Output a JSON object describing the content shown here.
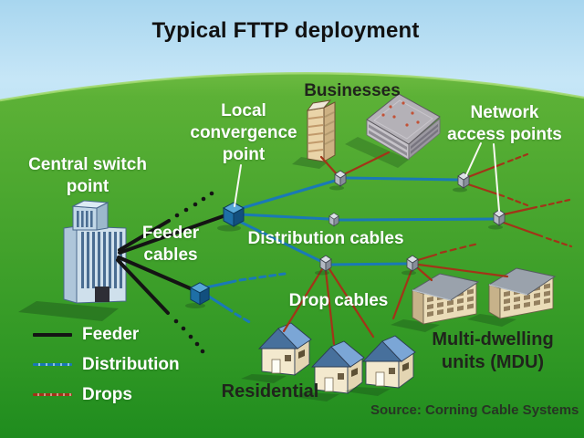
{
  "title": "Typical FTTP deployment",
  "source_credit": "Source: Corning Cable Systems",
  "node_labels": {
    "central_switch_point": {
      "line1": "Central switch",
      "line2": "point"
    },
    "feeder_cables": {
      "line1": "Feeder",
      "line2": "cables"
    },
    "local_convergence_point": {
      "line1": "Local",
      "line2": "convergence",
      "line3": "point"
    },
    "businesses": {
      "line1": "Businesses"
    },
    "network_access_points": {
      "line1": "Network",
      "line2": "access points"
    },
    "distribution_cables": {
      "line1": "Distribution cables"
    },
    "drop_cables": {
      "line1": "Drop cables"
    },
    "residential": {
      "line1": "Residential"
    },
    "multi_dwelling_units": {
      "line1": "Multi-dwelling",
      "line2": "units (MDU)"
    }
  },
  "legend": {
    "items": [
      {
        "label": "Feeder",
        "color": "#141414",
        "style": "solid"
      },
      {
        "label": "Distribution",
        "color": "#1a79b6",
        "style": "dashed"
      },
      {
        "label": "Drops",
        "color": "#a23418",
        "style": "dashed"
      }
    ]
  },
  "colors": {
    "sky_top": "#a8d6ef",
    "sky_horizon": "#f2fafe",
    "grass_light": "#7cc24b",
    "grass_dark": "#1f8c1e",
    "feeder_cable": "#141414",
    "distribution_cable": "#1a79b6",
    "drop_cable": "#a23418",
    "convergence_node": "#1e6fa6",
    "access_node": "#b4bac4",
    "title_text": "#111111",
    "label_text_light": "#ffffff",
    "label_text_dark": "#20241c"
  }
}
